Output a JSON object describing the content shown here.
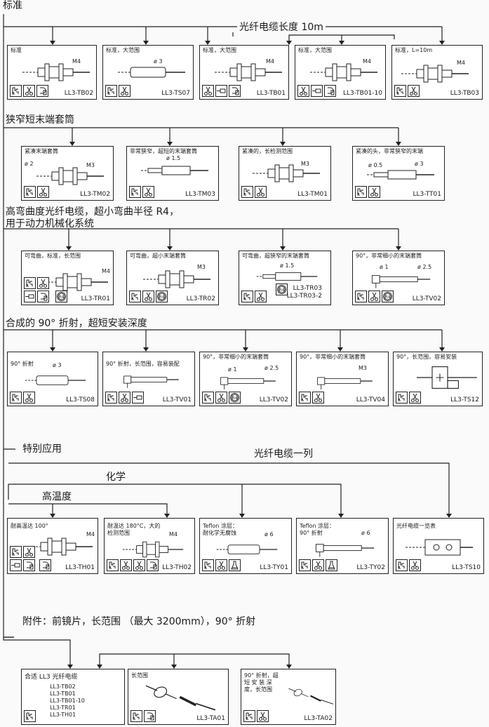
{
  "sections": {
    "standard": "标准",
    "fiber_length": "光纤电缆长度 10m",
    "narrow": "狭窄短末端套筒",
    "bend_line1": "高弯曲度光纤电缆，超小弯曲半径 R4，",
    "bend_line2": "用于动力机械化系统",
    "ninety": "合成的 90° 折射，超短安装深度",
    "special": "特别应用",
    "fiber_array": "光纤电缆一列",
    "chemical": "化学",
    "high_temp": "高温度",
    "accessories": "附件：前镜片，长范围 （最大 3200mm），90° 折射"
  },
  "boxes": {
    "tb02": {
      "caption": "标准",
      "dims": [
        "M4"
      ],
      "code": "LL3-TB02"
    },
    "ts07": {
      "caption": "标准，大范围",
      "dims": [
        "ø 3"
      ],
      "code": "LL3-TS07"
    },
    "tb01": {
      "caption": "标准，大范围",
      "dims": [
        "M4"
      ],
      "code": "LL3-TB01"
    },
    "tb0110": {
      "caption": "标准，大范围",
      "dims": [
        "M4"
      ],
      "code": "LL3-TB01-10"
    },
    "tb03": {
      "caption": "标准，L=10m",
      "dims": [
        "M4"
      ],
      "code": "LL3-TB03"
    },
    "tm02": {
      "caption": "紧凑末端套筒",
      "dims": [
        "ø 2",
        "M3"
      ],
      "code": "LL3-TM02"
    },
    "tm03": {
      "caption": "非常狭窄，超短的末端套筒",
      "dims": [
        "ø 1.5"
      ],
      "code": "LL3-TM03"
    },
    "tm01": {
      "caption": "紧凑的，长检测范围",
      "dims": [
        "M3"
      ],
      "code": "LL3-TM01"
    },
    "tt01": {
      "caption": "紧凑的头，非常狭窄的末端",
      "dims": [
        "ø 0.5",
        "ø 3"
      ],
      "code": "LL3-TT01"
    },
    "tr01": {
      "caption": "可弯曲，标准，长范围",
      "dims": [
        "M4"
      ],
      "code": "LL3-TR01"
    },
    "tr02": {
      "caption": "可弯曲，超小末端套筒",
      "dims": [
        "M3"
      ],
      "code": "LL3-TR02"
    },
    "tr03": {
      "caption": "可弯曲，超狭窄的末端套筒",
      "dims": [
        "ø 1.5"
      ],
      "code": "LL3-TR03",
      "code2": "LL3-TR03-2"
    },
    "tv02a": {
      "caption": "90°，非常细小的末端套筒",
      "dims": [
        "ø 1",
        "ø 2.5"
      ],
      "code": "LL3-TV02"
    },
    "ts08": {
      "caption": "90° 折射",
      "dims": [
        "ø 3"
      ],
      "code": "LL3-TS08"
    },
    "tv01": {
      "caption": "90° 折射，长范围，容易装配",
      "dims": [],
      "code": "LL3-TV01"
    },
    "tv02b": {
      "caption": "90°，非常细小的末端套筒",
      "dims": [
        "ø 1",
        "ø 2.5"
      ],
      "code": "LL3-TV02"
    },
    "tv04": {
      "caption": "90°，非常细小的末端套筒",
      "dims": [
        "M3"
      ],
      "code": "LL3-TV04"
    },
    "ts12": {
      "caption": "90°，长范围，容易安装",
      "dims": [],
      "code": "LL3-TS12"
    },
    "th01": {
      "caption": "耐高温达 100°",
      "dims": [
        "M4"
      ],
      "code": "LL3-TH01"
    },
    "th02": {
      "caption": "耐温达 180°C，大的",
      "caption2": "检测范围",
      "dims": [
        "M4"
      ],
      "code": "LL3-TH02"
    },
    "ty01": {
      "caption": "Teflon 涂层：",
      "caption2": "耐化学无腐蚀",
      "dims": [
        "ø 6"
      ],
      "code": "LL3-TY01"
    },
    "ty02": {
      "caption": "Teflon 涂层：",
      "caption2": "90° 折射",
      "dims": [
        "ø 6"
      ],
      "code": "LL3-TY02"
    },
    "ts10": {
      "caption": "光纤电缆一览表",
      "dims": [],
      "code": "LL3-TS10"
    },
    "acc1": {
      "caption": "合适 LL3 光纤电缆",
      "list": [
        "LL3-TB02",
        "LL3-TB01",
        "LL3-TB01-10",
        "LL3-TR01",
        "LL3-TH01"
      ]
    },
    "ta01": {
      "caption": "长范围",
      "code": "LL3-TA01"
    },
    "ta02": {
      "caption": "90° 折射，超",
      "caption2": "短 安 装 深",
      "caption3": "度，长范围",
      "code": "LL3-TA02"
    }
  },
  "icons": [
    "cable-cutter-icon",
    "scissors-icon",
    "sensor-head-icon",
    "flexible-icon",
    "chemical-flask-icon",
    "r4-bend-icon"
  ]
}
